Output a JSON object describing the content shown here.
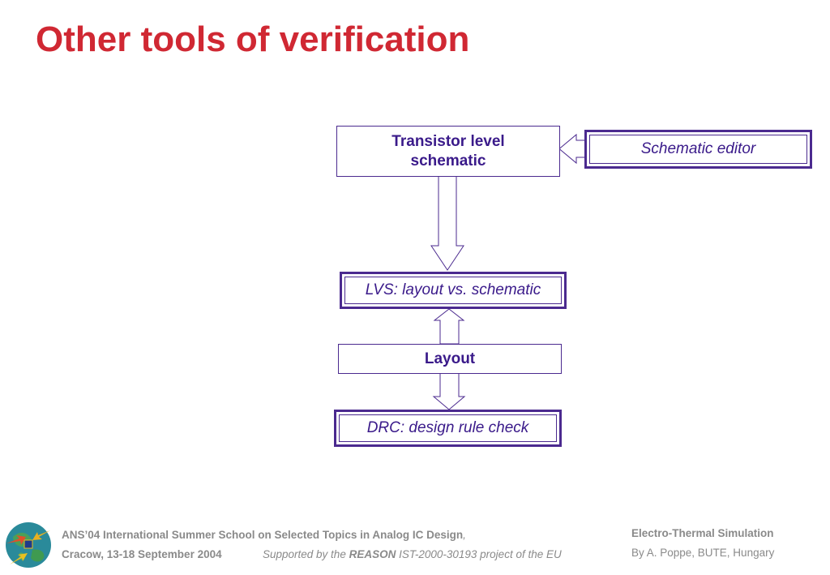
{
  "slide": {
    "title": "Other tools of verification"
  },
  "diagram": {
    "box_schematic_line1": "Transistor level",
    "box_schematic_line2": "schematic",
    "box_editor": "Schematic editor",
    "box_lvs": "LVS: layout vs. schematic",
    "box_layout": "Layout",
    "box_drc": "DRC: design rule check"
  },
  "footer": {
    "school_line": "ANS’04 International Summer School on Selected Topics in Analog IC Design",
    "school_comma": ",",
    "place_date": "Cracow, 13-18 September 2004",
    "support_prefix": "Supported by the ",
    "support_reason": "REASON",
    "support_suffix": " IST-2000-30193 project of the EU",
    "topic": "Electro-Thermal Simulation",
    "author": "By A. Poppe, BUTE, Hungary"
  },
  "colors": {
    "title": "#d02833",
    "box_border": "#4b2a8f",
    "box_text": "#3a1a8a",
    "footer_text": "#8a8a8a"
  }
}
